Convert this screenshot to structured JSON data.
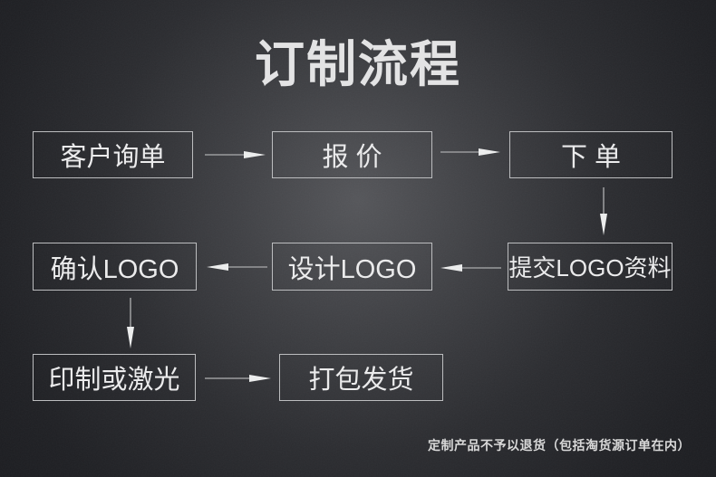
{
  "page": {
    "title": "订制流程",
    "footnote": "定制产品不予以退货（包括淘货源订单在内）"
  },
  "flow": {
    "boxes": [
      {
        "id": "customer-inquiry",
        "label": "客户询单"
      },
      {
        "id": "quotation",
        "label": "报 价"
      },
      {
        "id": "place-order",
        "label": "下 单"
      },
      {
        "id": "submit-logo-info",
        "label": "提交LOGO资料"
      },
      {
        "id": "design-logo",
        "label": "设计LOGO"
      },
      {
        "id": "confirm-logo",
        "label": "确认LOGO"
      },
      {
        "id": "print-or-laser",
        "label": "印制或激光"
      },
      {
        "id": "pack-and-ship",
        "label": "打包发货"
      }
    ],
    "connections": [
      {
        "from": "customer-inquiry",
        "to": "quotation"
      },
      {
        "from": "quotation",
        "to": "place-order"
      },
      {
        "from": "place-order",
        "to": "submit-logo-info"
      },
      {
        "from": "submit-logo-info",
        "to": "design-logo"
      },
      {
        "from": "design-logo",
        "to": "confirm-logo"
      },
      {
        "from": "confirm-logo",
        "to": "print-or-laser"
      },
      {
        "from": "print-or-laser",
        "to": "pack-and-ship"
      }
    ]
  },
  "colors": {
    "background_center": "#55565a",
    "background_edge": "#191a1e",
    "box_border": "#bcbdbf",
    "box_text": "#ebebec",
    "title_text": "#e3e3e4",
    "arrow_line": "#8d8e90",
    "arrow_head": "#eceded",
    "footnote_text": "#d9d9d9"
  }
}
